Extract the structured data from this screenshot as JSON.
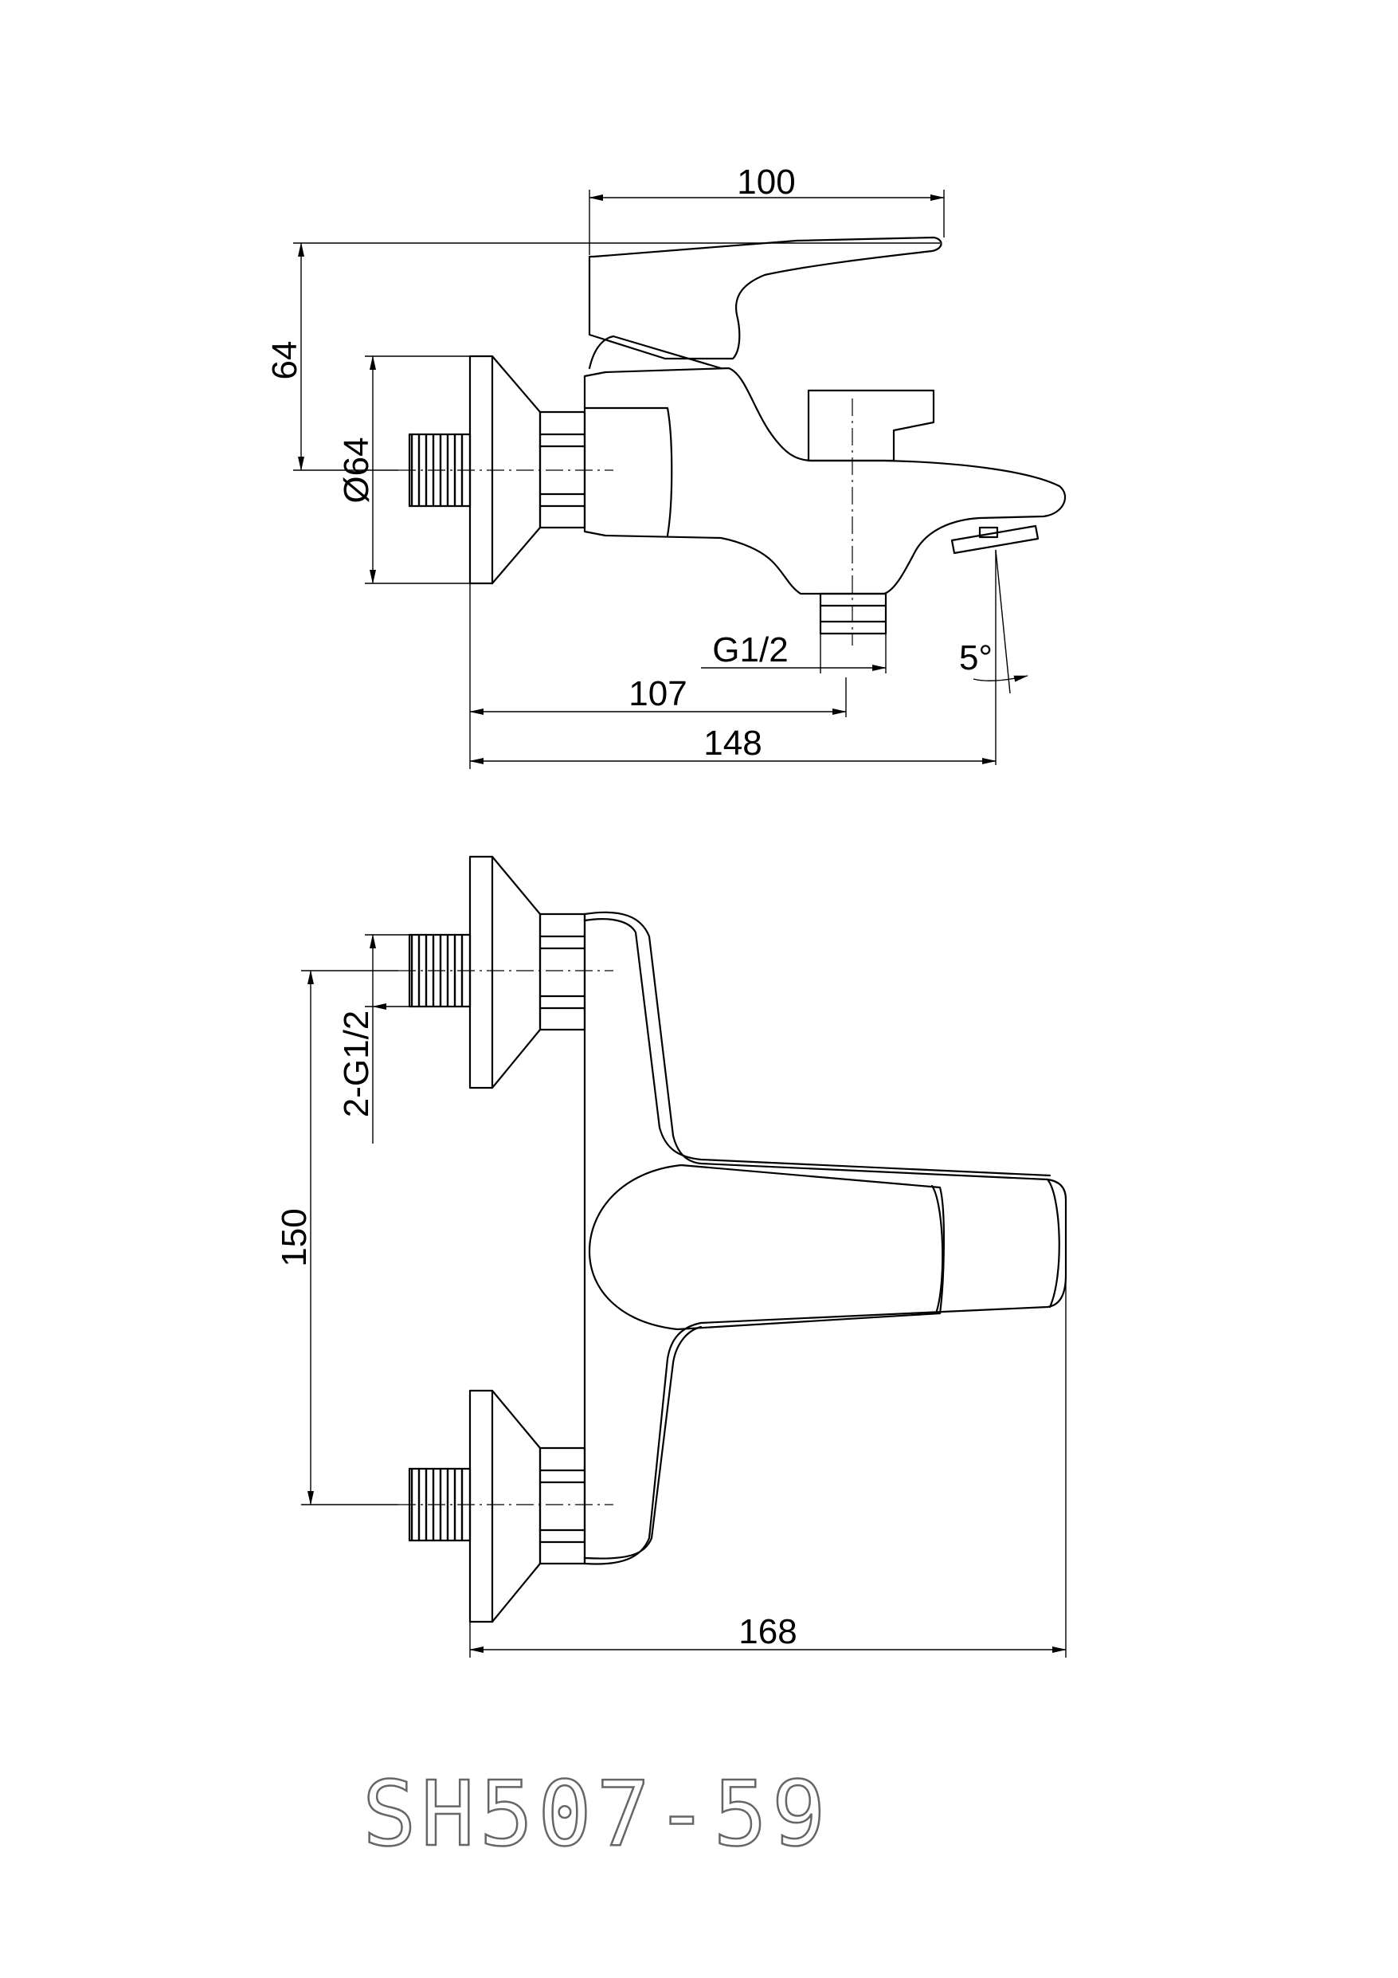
{
  "dimensions": {
    "top_width": "100",
    "height": "64",
    "flange_diameter": "Ø64",
    "outlet_thread": "G1/2",
    "tilt_angle": "5°",
    "outlet_offset": "107",
    "total_depth": "148",
    "inlet_thread": "2-G1/2",
    "inlet_spacing": "150",
    "front_width": "168"
  },
  "model_code": "SH507-59"
}
